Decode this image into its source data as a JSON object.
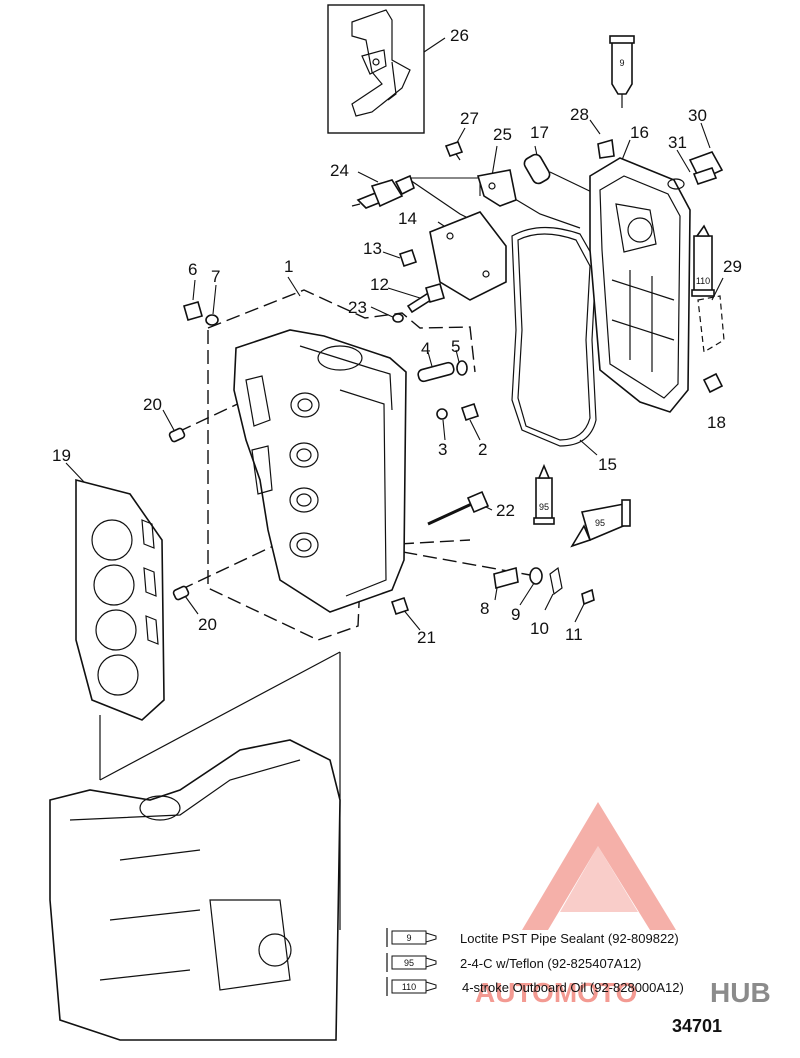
{
  "callouts": [
    {
      "id": "c1",
      "text": "1"
    },
    {
      "id": "c2",
      "text": "2"
    },
    {
      "id": "c3",
      "text": "3"
    },
    {
      "id": "c4",
      "text": "4"
    },
    {
      "id": "c5",
      "text": "5"
    },
    {
      "id": "c6",
      "text": "6"
    },
    {
      "id": "c7",
      "text": "7"
    },
    {
      "id": "c8",
      "text": "8"
    },
    {
      "id": "c9a",
      "text": "9"
    },
    {
      "id": "c10",
      "text": "10"
    },
    {
      "id": "c11",
      "text": "11"
    },
    {
      "id": "c12",
      "text": "12"
    },
    {
      "id": "c13",
      "text": "13"
    },
    {
      "id": "c14",
      "text": "14"
    },
    {
      "id": "c15",
      "text": "15"
    },
    {
      "id": "c16",
      "text": "16"
    },
    {
      "id": "c17",
      "text": "17"
    },
    {
      "id": "c18",
      "text": "18"
    },
    {
      "id": "c19",
      "text": "19"
    },
    {
      "id": "c20a",
      "text": "20"
    },
    {
      "id": "c20b",
      "text": "20"
    },
    {
      "id": "c21",
      "text": "21"
    },
    {
      "id": "c22",
      "text": "22"
    },
    {
      "id": "c23",
      "text": "23"
    },
    {
      "id": "c24",
      "text": "24"
    },
    {
      "id": "c25",
      "text": "25"
    },
    {
      "id": "c26",
      "text": "26"
    },
    {
      "id": "c27",
      "text": "27"
    },
    {
      "id": "c28",
      "text": "28"
    },
    {
      "id": "c29",
      "text": "29"
    },
    {
      "id": "c30",
      "text": "30"
    },
    {
      "id": "c31",
      "text": "31"
    }
  ],
  "tube_labels": {
    "t9": "9",
    "t110": "110",
    "t95a": "95",
    "t95b": "95"
  },
  "legend": [
    {
      "code": "9",
      "text": "Loctite PST Pipe Sealant (92-809822)"
    },
    {
      "code": "95",
      "text": "2-4-C w/Teflon (92-825407A12)"
    },
    {
      "code": "110",
      "text": "4-stroke Outboard Oil (92-828000A12)"
    }
  ],
  "figure_number": "34701",
  "watermark": {
    "text_left": "AUTOMOTO",
    "text_right": "HUB",
    "color_red": "#e84a3c",
    "color_dark": "#555555"
  }
}
